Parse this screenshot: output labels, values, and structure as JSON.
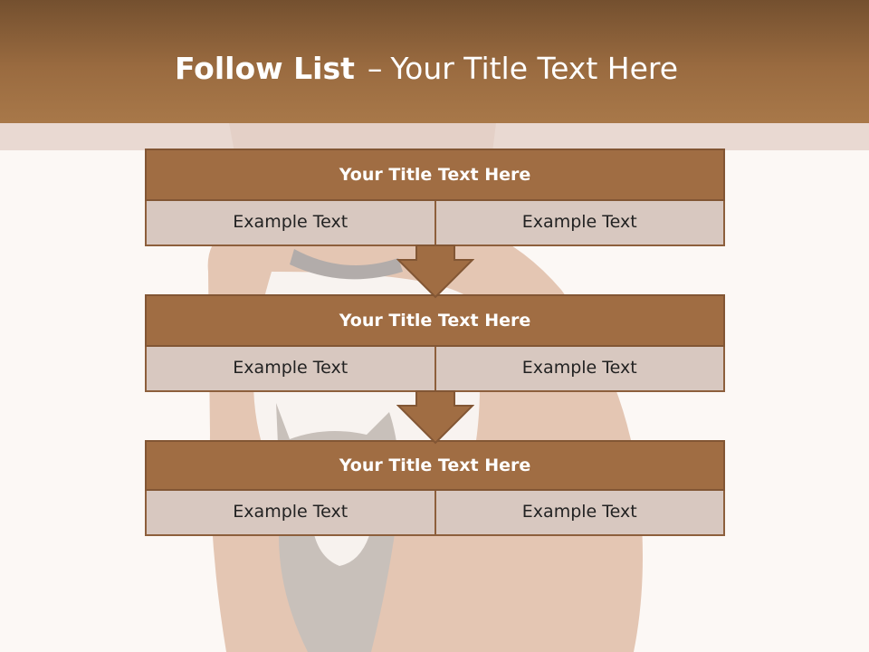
{
  "header": {
    "title_bold": "Follow List",
    "title_dash": "–",
    "title_rest": "Your Title Text Here"
  },
  "blocks": [
    {
      "title": "Your Title Text Here",
      "cells": [
        "Example Text",
        "Example Text"
      ]
    },
    {
      "title": "Your Title Text Here",
      "cells": [
        "Example Text",
        "Example Text"
      ]
    },
    {
      "title": "Your Title Text Here",
      "cells": [
        "Example Text",
        "Example Text"
      ]
    }
  ],
  "colors": {
    "header": "#9a6b40",
    "block_title": "#a06d43",
    "cell": "#d8c8c0",
    "background": "#fcf8f5"
  }
}
